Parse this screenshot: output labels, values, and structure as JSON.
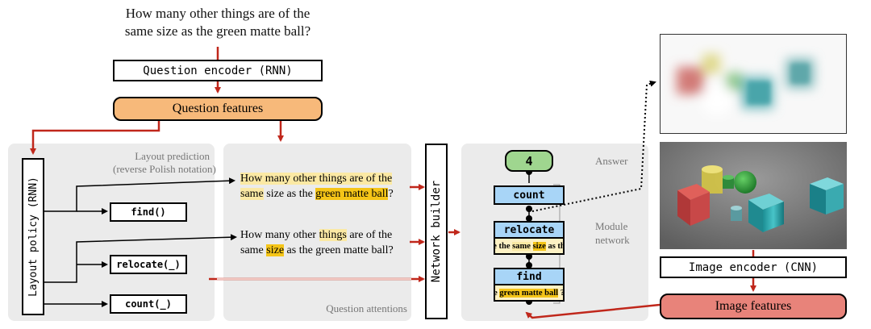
{
  "question": {
    "line1": "How many other things are of the",
    "line2": "same size as the green matte ball?"
  },
  "question_encoder": "Question encoder (RNN)",
  "question_features": "Question features",
  "layout_policy": "Layout policy (RNN)",
  "layout_prediction": {
    "line1": "Layout prediction",
    "line2": "(reverse Polish notation)"
  },
  "layout_modules": [
    "find()",
    "relocate(_)",
    "count(_)"
  ],
  "attention_1": {
    "pre1": "How many other things are of the",
    "pre2": "same",
    "mid": " size as the ",
    "hl": "green matte ball",
    "post": "?"
  },
  "attention_2": {
    "pre1a": "How many other ",
    "hl1": "things",
    "pre1b": " are of the",
    "pre2": "same ",
    "hl": "size",
    "post": " as the green matte ball?"
  },
  "question_attentions": "Question attentions",
  "network_builder": "Network builder",
  "module_network": {
    "answer_value": "4",
    "answer_label": "Answer",
    "count": "count",
    "relocate": "relocate",
    "relocate_att_a": "e the ",
    "relocate_att_hl1": "same",
    "relocate_att_b": " ",
    "relocate_att_hl2": "size",
    "relocate_att_c": " as th",
    "find": "find",
    "find_att_a": "e ",
    "find_att_hl": "green matte ball",
    "find_att_b": " ?",
    "label_line1": "Module",
    "label_line2": "network"
  },
  "image_encoder": "Image encoder (CNN)",
  "image_features": "Image features",
  "colors": {
    "arrow_red": "#c0271b",
    "question_features_fill": "#f7b97a",
    "image_features_fill": "#e8837a",
    "module_fill": "#a8d5f7",
    "answer_fill": "#9fd68f",
    "highlight": "#f5c518",
    "panel_gray": "#ebebeb"
  }
}
